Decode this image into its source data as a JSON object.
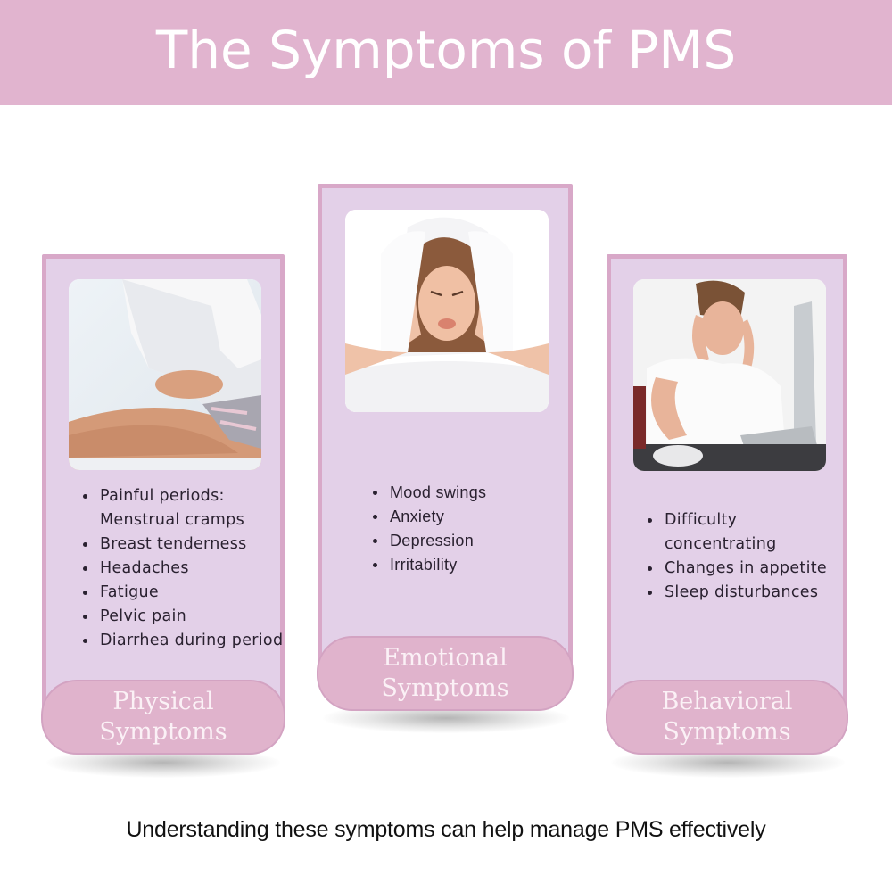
{
  "header": {
    "title": "The Symptoms of PMS",
    "background": "#e1b4cf"
  },
  "cards": [
    {
      "id": "physical",
      "image_desc": "woman in white shirt holding abdomen",
      "title_line1": "Physical",
      "title_line2": "Symptoms",
      "items": [
        "Painful periods: Menstrual cramps",
        "Breast tenderness",
        "Headaches",
        "Fatigue",
        "Pelvic pain",
        "Diarrhea during period"
      ]
    },
    {
      "id": "emotional",
      "image_desc": "frustrated woman covering ears with pillow",
      "title_line1": "Emotional",
      "title_line2": "Symptoms",
      "items": [
        "Mood swings",
        "Anxiety",
        "Depression",
        "Irritability"
      ]
    },
    {
      "id": "behavioral",
      "image_desc": "stressed woman holding head at laptop",
      "title_line1": "Behavioral",
      "title_line2": "Symptoms",
      "items": [
        "Difficulty concentrating",
        "Changes in appetite",
        "Sleep disturbances"
      ]
    }
  ],
  "footer": {
    "text": "Understanding these symptoms can help manage PMS effectively"
  },
  "colors": {
    "card_bg": "#e3d0e8",
    "card_border": "#d8a8c8",
    "label_bg": "#e0b3cc",
    "label_text": "#fbf1f6"
  }
}
